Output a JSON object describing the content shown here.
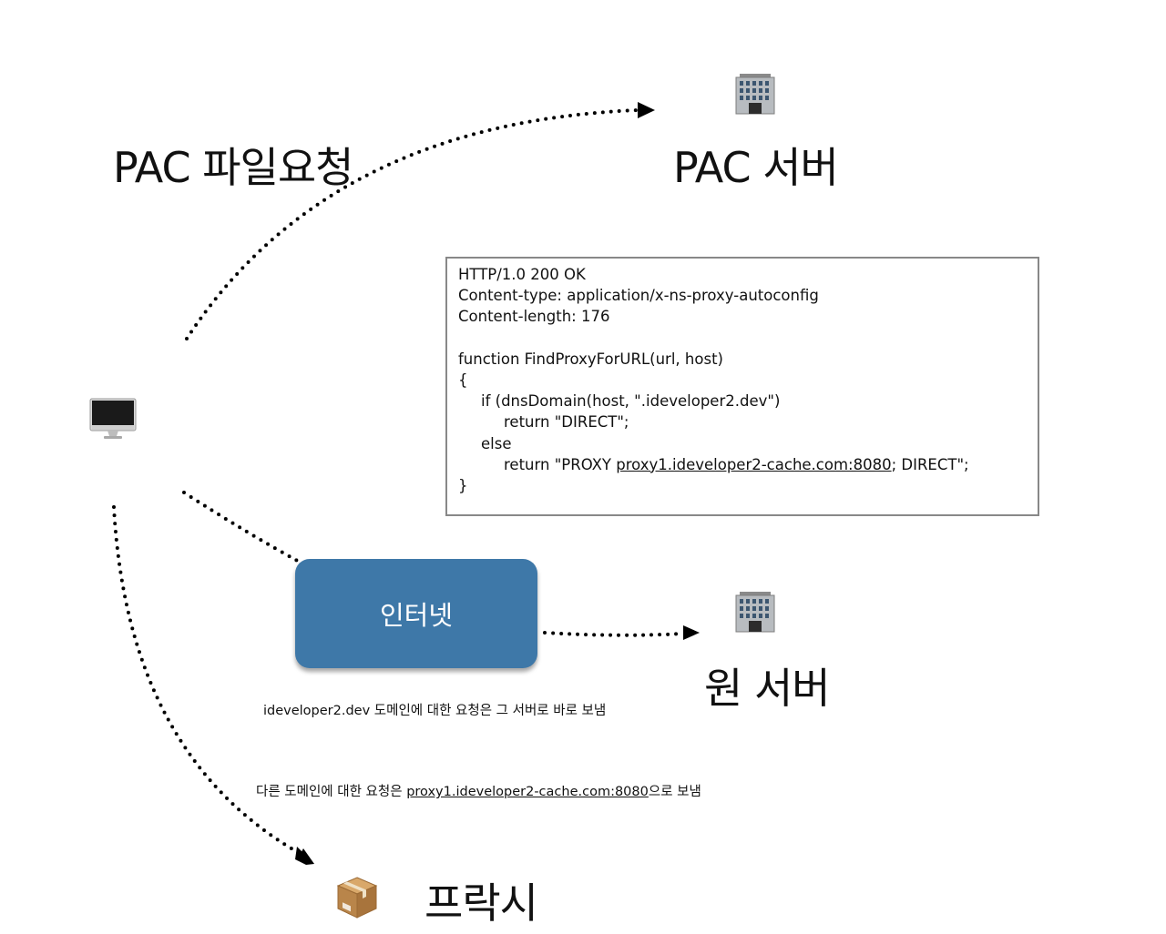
{
  "labels": {
    "pac_request": "PAC 파일요청",
    "pac_server": "PAC 서버",
    "origin_server": "원 서버",
    "proxy": "프락시",
    "internet": "인터넷"
  },
  "code": {
    "l1": "HTTP/1.0 200 OK",
    "l2": "Content-type: application/x-ns-proxy-autoconfig",
    "l3": "Content-length: 176",
    "l4": "function FindProxyForURL(url, host)",
    "l5": "{",
    "l6": "if (dnsDomain(host, \".ideveloper2.dev\")",
    "l7": "return \"DIRECT\";",
    "l8": "else",
    "l9_pre": "return \"PROXY ",
    "l9_link": "proxy1.ideveloper2-cache.com:8080",
    "l9_post": "; DIRECT\";",
    "l10": "}"
  },
  "notes": {
    "direct": "ideveloper2.dev 도메인에 대한 요청은 그 서버로 바로 보냄",
    "proxy_pre": "다른 도메인에 대한 요청은 ",
    "proxy_link": "proxy1.ideveloper2-cache.com:8080",
    "proxy_post": "으로 보냄"
  },
  "icons": {
    "client": "computer-icon",
    "pac_server": "building-icon",
    "origin_server": "building-icon",
    "proxy": "package-icon"
  },
  "colors": {
    "internet_box": "#3e78a8",
    "code_border": "#888888"
  }
}
